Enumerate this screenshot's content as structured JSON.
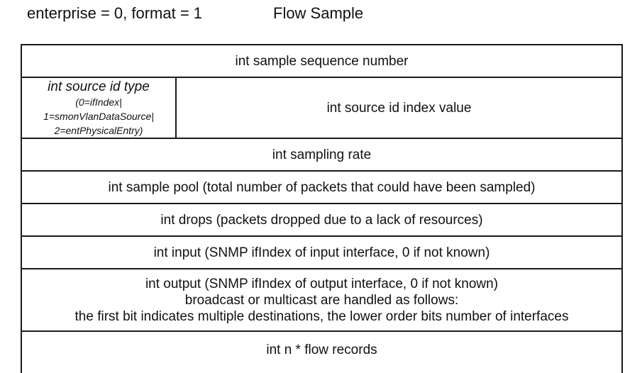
{
  "header": {
    "params": "enterprise = 0, format = 1",
    "title": "Flow Sample"
  },
  "fields": {
    "sequence_number": "int sample sequence number",
    "source_id_type": {
      "label": "int source id type",
      "line1": "(0=ifIndex|",
      "line2": "1=smonVlanDataSource|",
      "line3": "2=entPhysicalEntry)"
    },
    "source_id_index": "int source id index value",
    "sampling_rate": "int sampling rate",
    "sample_pool": "int sample pool (total number of packets that could have been sampled)",
    "drops": "int drops (packets dropped due to a lack of resources)",
    "input": "int input (SNMP ifIndex of input interface, 0 if not known)",
    "output": {
      "line1": "int output (SNMP ifIndex of output interface, 0 if not known)",
      "line2": "broadcast or multicast are handled as follows:",
      "line3": "the first bit indicates multiple destinations, the lower order bits number of interfaces"
    },
    "flow_records": "int n * flow records"
  }
}
